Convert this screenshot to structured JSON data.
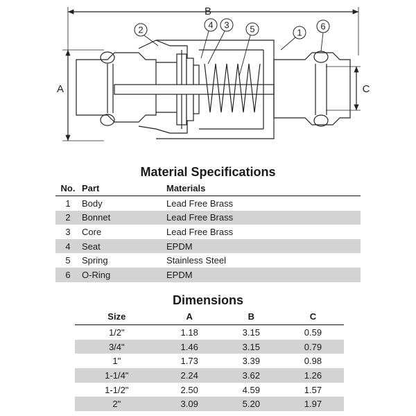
{
  "drawing": {
    "dimension_labels": {
      "a": "A",
      "b": "B",
      "c": "C"
    },
    "callouts": [
      "1",
      "2",
      "3",
      "4",
      "5",
      "6"
    ]
  },
  "material_specs": {
    "title": "Material Specifications",
    "headers": {
      "no": "No.",
      "part": "Part",
      "materials": "Materials"
    },
    "rows": [
      {
        "no": "1",
        "part": "Body",
        "material": "Lead Free Brass"
      },
      {
        "no": "2",
        "part": "Bonnet",
        "material": "Lead Free Brass"
      },
      {
        "no": "3",
        "part": "Core",
        "material": "Lead Free Brass"
      },
      {
        "no": "4",
        "part": "Seat",
        "material": "EPDM"
      },
      {
        "no": "5",
        "part": "Spring",
        "material": "Stainless Steel"
      },
      {
        "no": "6",
        "part": "O-Ring",
        "material": "EPDM"
      }
    ]
  },
  "dimensions": {
    "title": "Dimensions",
    "headers": {
      "size": "Size",
      "a": "A",
      "b": "B",
      "c": "C"
    },
    "rows": [
      {
        "size": "1/2\"",
        "a": "1.18",
        "b": "3.15",
        "c": "0.59"
      },
      {
        "size": "3/4\"",
        "a": "1.46",
        "b": "3.15",
        "c": "0.79"
      },
      {
        "size": "1\"",
        "a": "1.73",
        "b": "3.39",
        "c": "0.98"
      },
      {
        "size": "1-1/4\"",
        "a": "2.24",
        "b": "3.62",
        "c": "1.26"
      },
      {
        "size": "1-1/2\"",
        "a": "2.50",
        "b": "4.59",
        "c": "1.57"
      },
      {
        "size": "2\"",
        "a": "3.09",
        "b": "5.20",
        "c": "1.97"
      }
    ]
  }
}
